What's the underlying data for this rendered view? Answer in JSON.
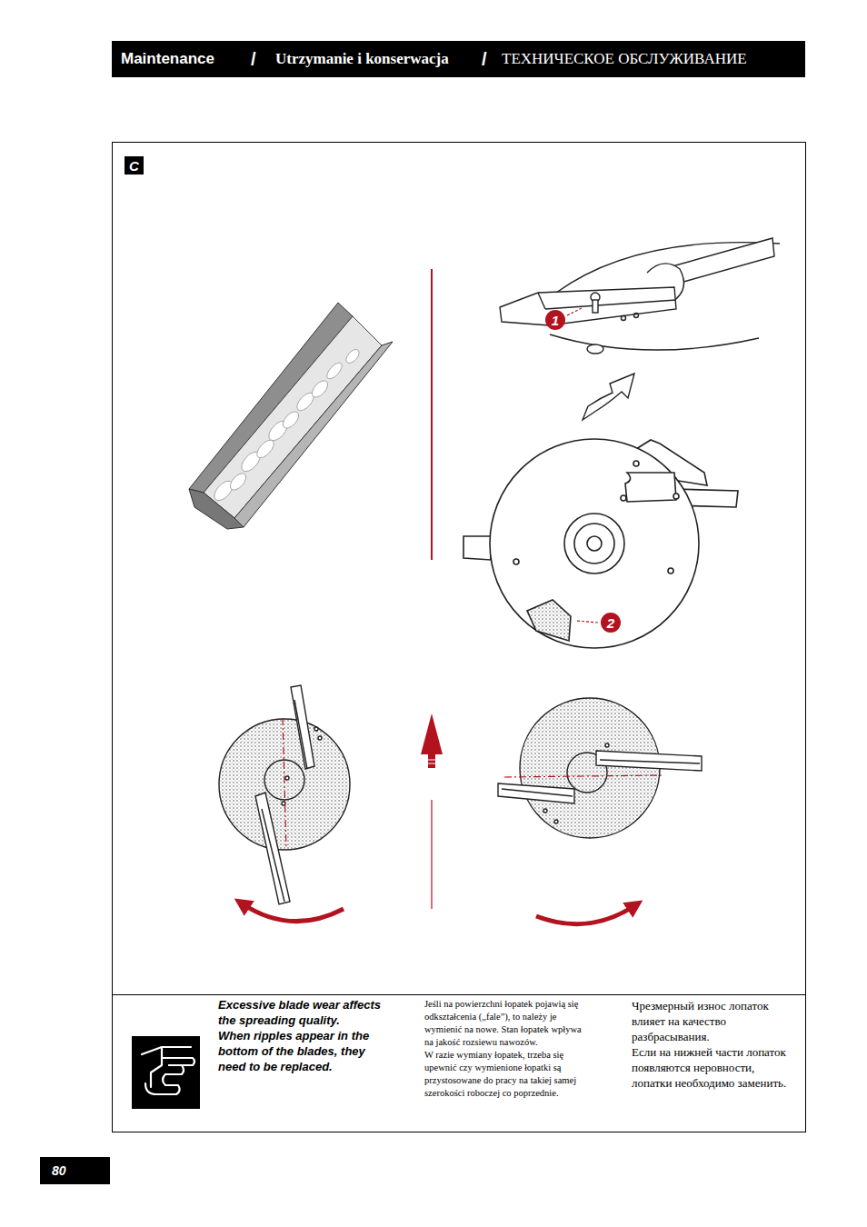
{
  "diagram": {
    "nodes": [
      {
        "text": [
          "Maintenance",
          "/",
          "Utrzymanie i konserwacja",
          "/",
          "ТЕХНИЧЕСКОЕ ОБСЛУЖИВАНИЕ"
        ]
      },
      {
        "text": [
          "C"
        ]
      },
      {
        "text": [
          "1"
        ]
      },
      {
        "text": [
          "2"
        ]
      },
      {
        "text": [
          "80"
        ]
      }
    ],
    "labels": [
      "Excessive blade wear affects the spreading quality.",
      "When ripples appear in the bottom of the blades, they need to be replaced.",
      "Jeśli na powierzchni łopatek pojawią się odkształcenia („fale”), to należy je wymienić na nowe. Stan łopatek wpływa na jakość rozsiewu nawozów.",
      "W razie wymiany łopatek, trzeba się upewnić czy wymienione łopatki są przystosowane do pracy na takiej samej szerokości roboczej co poprzednie.",
      "Чрезмерный износ лопаток влияет на качество разбрасывания.",
      "Если на нижней части лопаток появляются неровности, лопатки необходимо заменить."
    ]
  }
}
